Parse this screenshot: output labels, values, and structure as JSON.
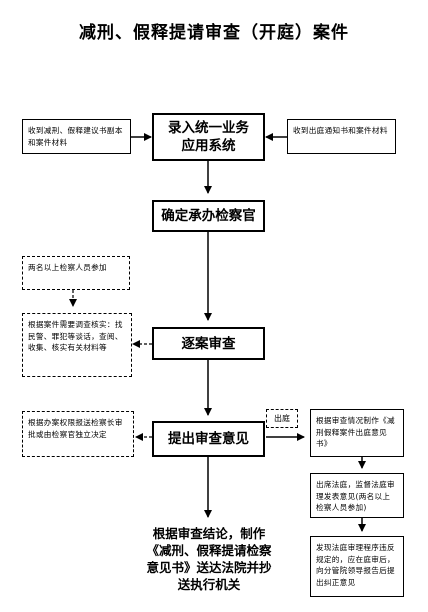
{
  "title": "减刑、假释提请审查（开庭）案件",
  "boxes": {
    "entry_system": "录入统一业务应用系统",
    "left_input": "收到减刑、假释建议书副本和案件材料",
    "right_input": "收到出庭通知书和案件材料",
    "assign_prosecutor": "确定承办检察官",
    "two_prosecutors": "两名以上检察人员参加",
    "investigate": "根据案件需要调查核实：找民警、罪犯等谈话，查阅、收集、核实有关材料等",
    "review": "逐案审查",
    "approval": "根据办案权限报送检察长审批或由检察官独立决定",
    "opinion": "提出审查意见",
    "court_label": "出庭",
    "court_opinion_book": "根据审查情况制作《减刑假释案件出庭意见书》",
    "court_attend": "出席法庭，监督法庭审理发表意见(两名以上检察人员参加)",
    "correction": "发现法庭审理程序违反规定的，应在庭审后，向分管院领导报告后提出纠正意见",
    "final": "根据审查结论，制作《减刑、假释提请检察意见书》送达法院并抄送执行机关"
  }
}
